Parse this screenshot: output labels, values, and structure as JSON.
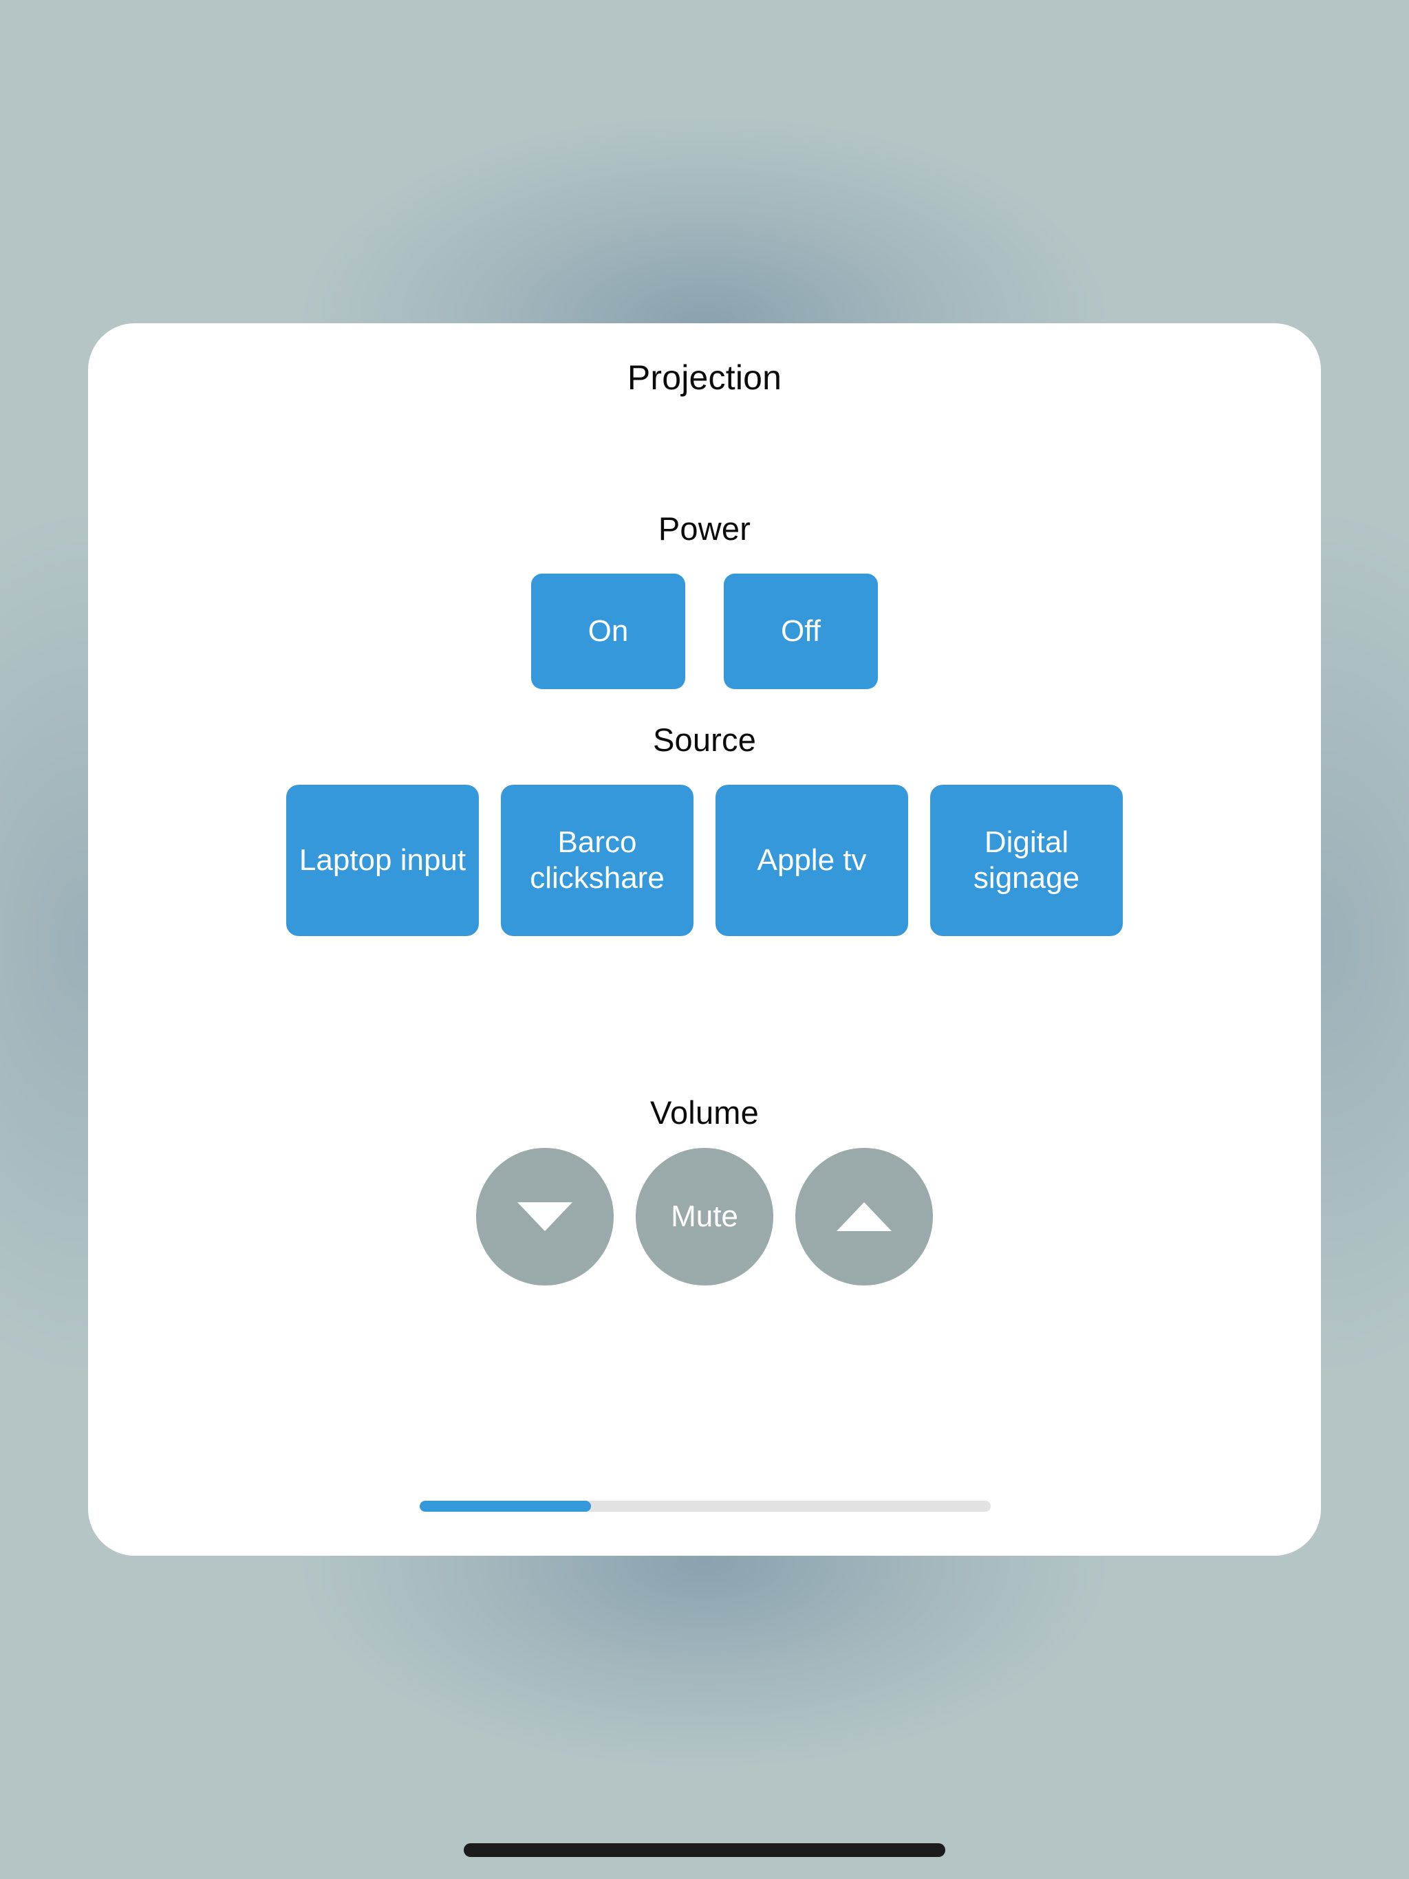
{
  "screen": {
    "background_color": "#b5c5c6",
    "card_background": "#ffffff"
  },
  "card": {
    "title": "Projection"
  },
  "power": {
    "label": "Power",
    "accent_color": "#3498db",
    "buttons": [
      {
        "label": "On",
        "name": "power-on-button"
      },
      {
        "label": "Off",
        "name": "power-off-button"
      }
    ]
  },
  "source": {
    "label": "Source",
    "accent_color": "#3498db",
    "buttons": [
      {
        "label": "Laptop input"
      },
      {
        "label": "Barco clickshare"
      },
      {
        "label": "Apple tv"
      },
      {
        "label": "Digital signage"
      }
    ]
  },
  "volume": {
    "label": "Volume",
    "control_color": "#9aa9a9",
    "fill_color": "#3498db",
    "track_color": "#e2e2e2",
    "level_percent": 30,
    "down_icon": "triangle-down-icon",
    "up_icon": "triangle-up-icon",
    "mute_label": "Mute"
  },
  "system": {
    "home_indicator_color": "#1c1c1c"
  }
}
